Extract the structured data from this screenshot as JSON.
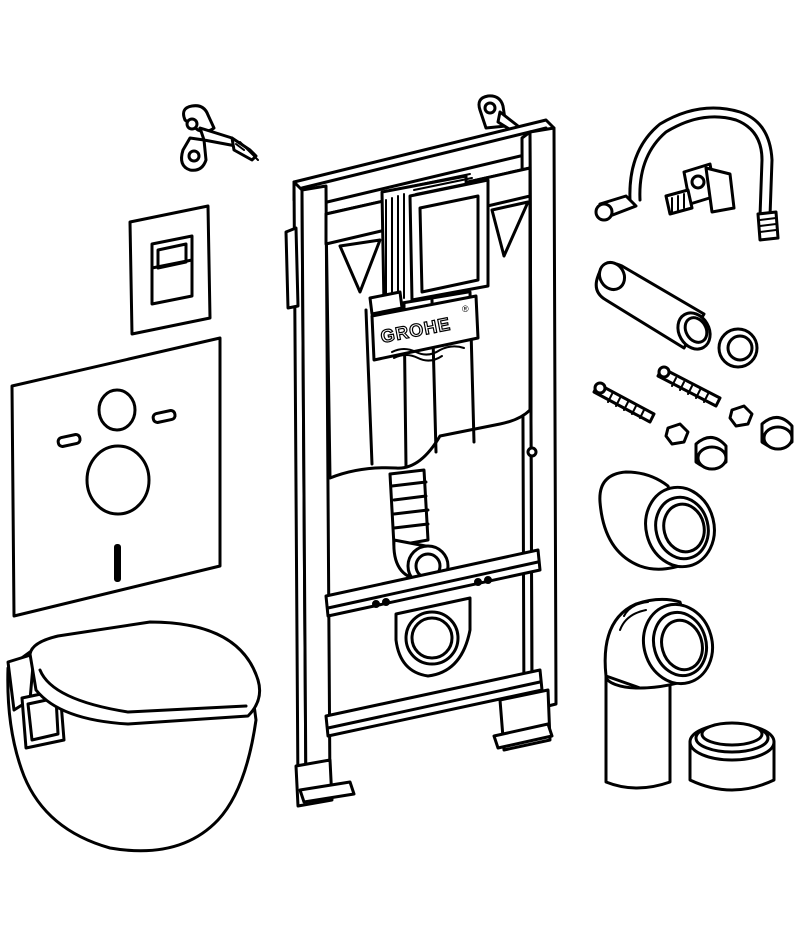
{
  "figure": {
    "brand_label": "GROHE",
    "registered_mark": "®",
    "parts": [
      {
        "id": "wall-brackets",
        "icon": "bracket-icon"
      },
      {
        "id": "flush-plate",
        "icon": "flush-plate-icon"
      },
      {
        "id": "sound-insulation-mat",
        "icon": "insulation-mat-icon"
      },
      {
        "id": "wall-hung-toilet",
        "icon": "toilet-icon"
      },
      {
        "id": "installation-frame",
        "icon": "frame-icon"
      },
      {
        "id": "supply-hose-and-valve",
        "icon": "hose-icon"
      },
      {
        "id": "flush-pipe",
        "icon": "pipe-icon"
      },
      {
        "id": "threaded-studs",
        "icon": "stud-icon"
      },
      {
        "id": "drain-connector",
        "icon": "connector-icon"
      },
      {
        "id": "drain-elbow",
        "icon": "elbow-icon"
      },
      {
        "id": "protective-cap",
        "icon": "cap-icon"
      }
    ]
  }
}
